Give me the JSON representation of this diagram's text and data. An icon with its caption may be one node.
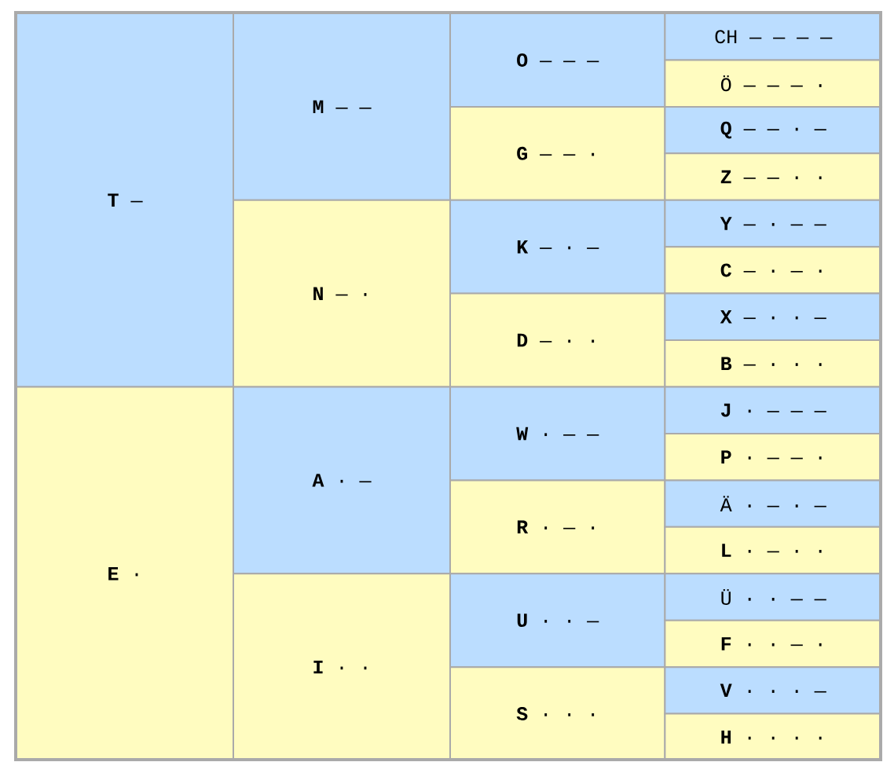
{
  "diagram": {
    "nodes": [
      {
        "text": [
          "**T** —"
        ]
      },
      {
        "text": [
          "**M** — —"
        ]
      },
      {
        "text": [
          "**O** — — —"
        ]
      },
      {
        "text": [
          "CH — — — —"
        ]
      },
      {
        "text": [
          "Ö — — — ·"
        ]
      },
      {
        "text": [
          "**G** — — ·"
        ]
      },
      {
        "text": [
          "**Q** — — · —"
        ]
      },
      {
        "text": [
          "**Z** — — · ·"
        ]
      },
      {
        "text": [
          "**N** — ·"
        ]
      },
      {
        "text": [
          "**K** — · —"
        ]
      },
      {
        "text": [
          "**Y** — · — —"
        ]
      },
      {
        "text": [
          "**C** — · — ·"
        ]
      },
      {
        "text": [
          "**D** — · ·"
        ]
      },
      {
        "text": [
          "**X** — · · —"
        ]
      },
      {
        "text": [
          "**B** — · · ·"
        ]
      },
      {
        "text": [
          "**E** ·"
        ]
      },
      {
        "text": [
          "**A** · —"
        ]
      },
      {
        "text": [
          "**W** · — —"
        ]
      },
      {
        "text": [
          "**J** · — — —"
        ]
      },
      {
        "text": [
          "**P** · — — ·"
        ]
      },
      {
        "text": [
          "**R** · — ·"
        ]
      },
      {
        "text": [
          "Ä · — · —"
        ]
      },
      {
        "text": [
          "**L** · — · ·"
        ]
      },
      {
        "text": [
          "**I** · ·"
        ]
      },
      {
        "text": [
          "**U** · · —"
        ]
      },
      {
        "text": [
          "Ü · · — —"
        ]
      },
      {
        "text": [
          "**F** · · — ·"
        ]
      },
      {
        "text": [
          "**S** · · ·"
        ]
      },
      {
        "text": [
          "**V** · · · —"
        ]
      },
      {
        "text": [
          "**H** · · · ·"
        ]
      }
    ]
  }
}
